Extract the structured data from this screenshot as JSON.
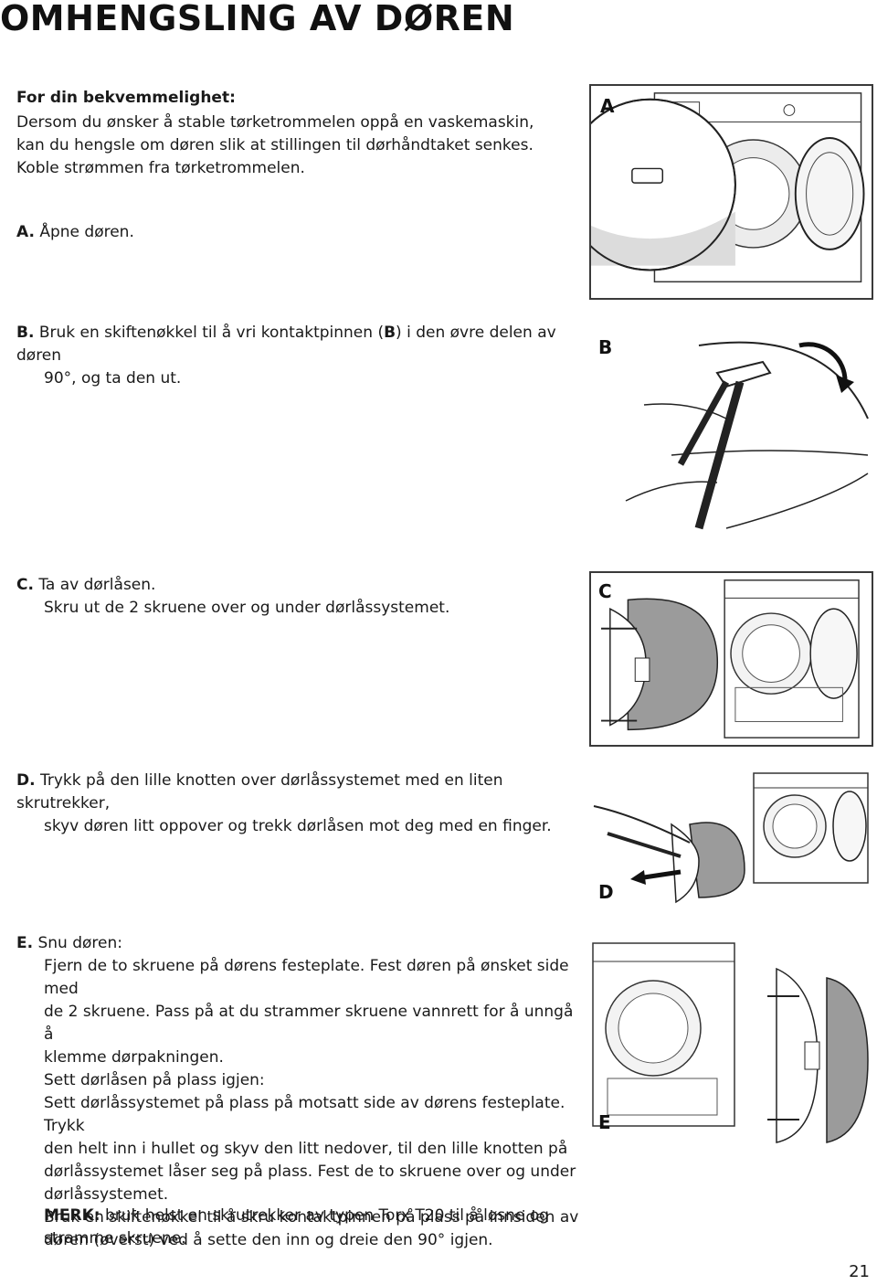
{
  "title": "OMHENGSLING AV DØREN",
  "intro": {
    "heading": "For din bekvemmelighet:",
    "line1": "Dersom du ønsker å stable tørketrommelen oppå en vaskemaskin,",
    "line2": "kan du hengsle om døren slik at stillingen til dørhåndtaket senkes.",
    "line3": "Koble strømmen fra tørketrommelen."
  },
  "steps": {
    "a": {
      "letter": "A.",
      "text": "Åpne døren."
    },
    "b": {
      "letter": "B.",
      "line1_pre": "Bruk en skiftenøkkel til å vri kontaktpinnen (",
      "line1_bold": "B",
      "line1_post": ") i den øvre delen av døren",
      "line2": "90°, og ta den ut."
    },
    "c": {
      "letter": "C.",
      "line1": "Ta av dørlåsen.",
      "line2": "Skru ut de 2 skruene over og under dørlåssystemet."
    },
    "d": {
      "letter": "D.",
      "line1": "Trykk på den lille knotten over dørlåssystemet med en liten skrutrekker,",
      "line2": "skyv døren litt oppover og trekk dørlåsen mot deg med en finger."
    },
    "e": {
      "letter": "E.",
      "line1": "Snu døren:",
      "lines": [
        "Fjern de to skruene på dørens festeplate. Fest døren på ønsket side med",
        "de 2 skruene. Pass på at du strammer skruene vannrett for å unngå å",
        "klemme dørpakningen.",
        "Sett dørlåsen på plass igjen:",
        "Sett dørlåssystemet på plass på motsatt side av dørens festeplate. Trykk",
        "den helt inn i hullet og skyv den litt nedover, til den lille knotten på",
        "dørlåssystemet låser seg på plass. Fest de to skruene over og under",
        "dørlåssystemet.",
        "Bruk en skiftenøkkel til å skru kontaktpinnen på plass på innsiden av",
        "døren (øverst) ved å sette den inn og dreie den 90° igjen."
      ]
    }
  },
  "note": {
    "label": "MERK:",
    "line1": " bruk helst en skrutrekker av typen Torx T20 til å løsne og",
    "line2": "stramme skruene."
  },
  "figures": {
    "a": "A",
    "b": "B",
    "c": "C",
    "d": "D",
    "e": "E"
  },
  "page_number": "21"
}
